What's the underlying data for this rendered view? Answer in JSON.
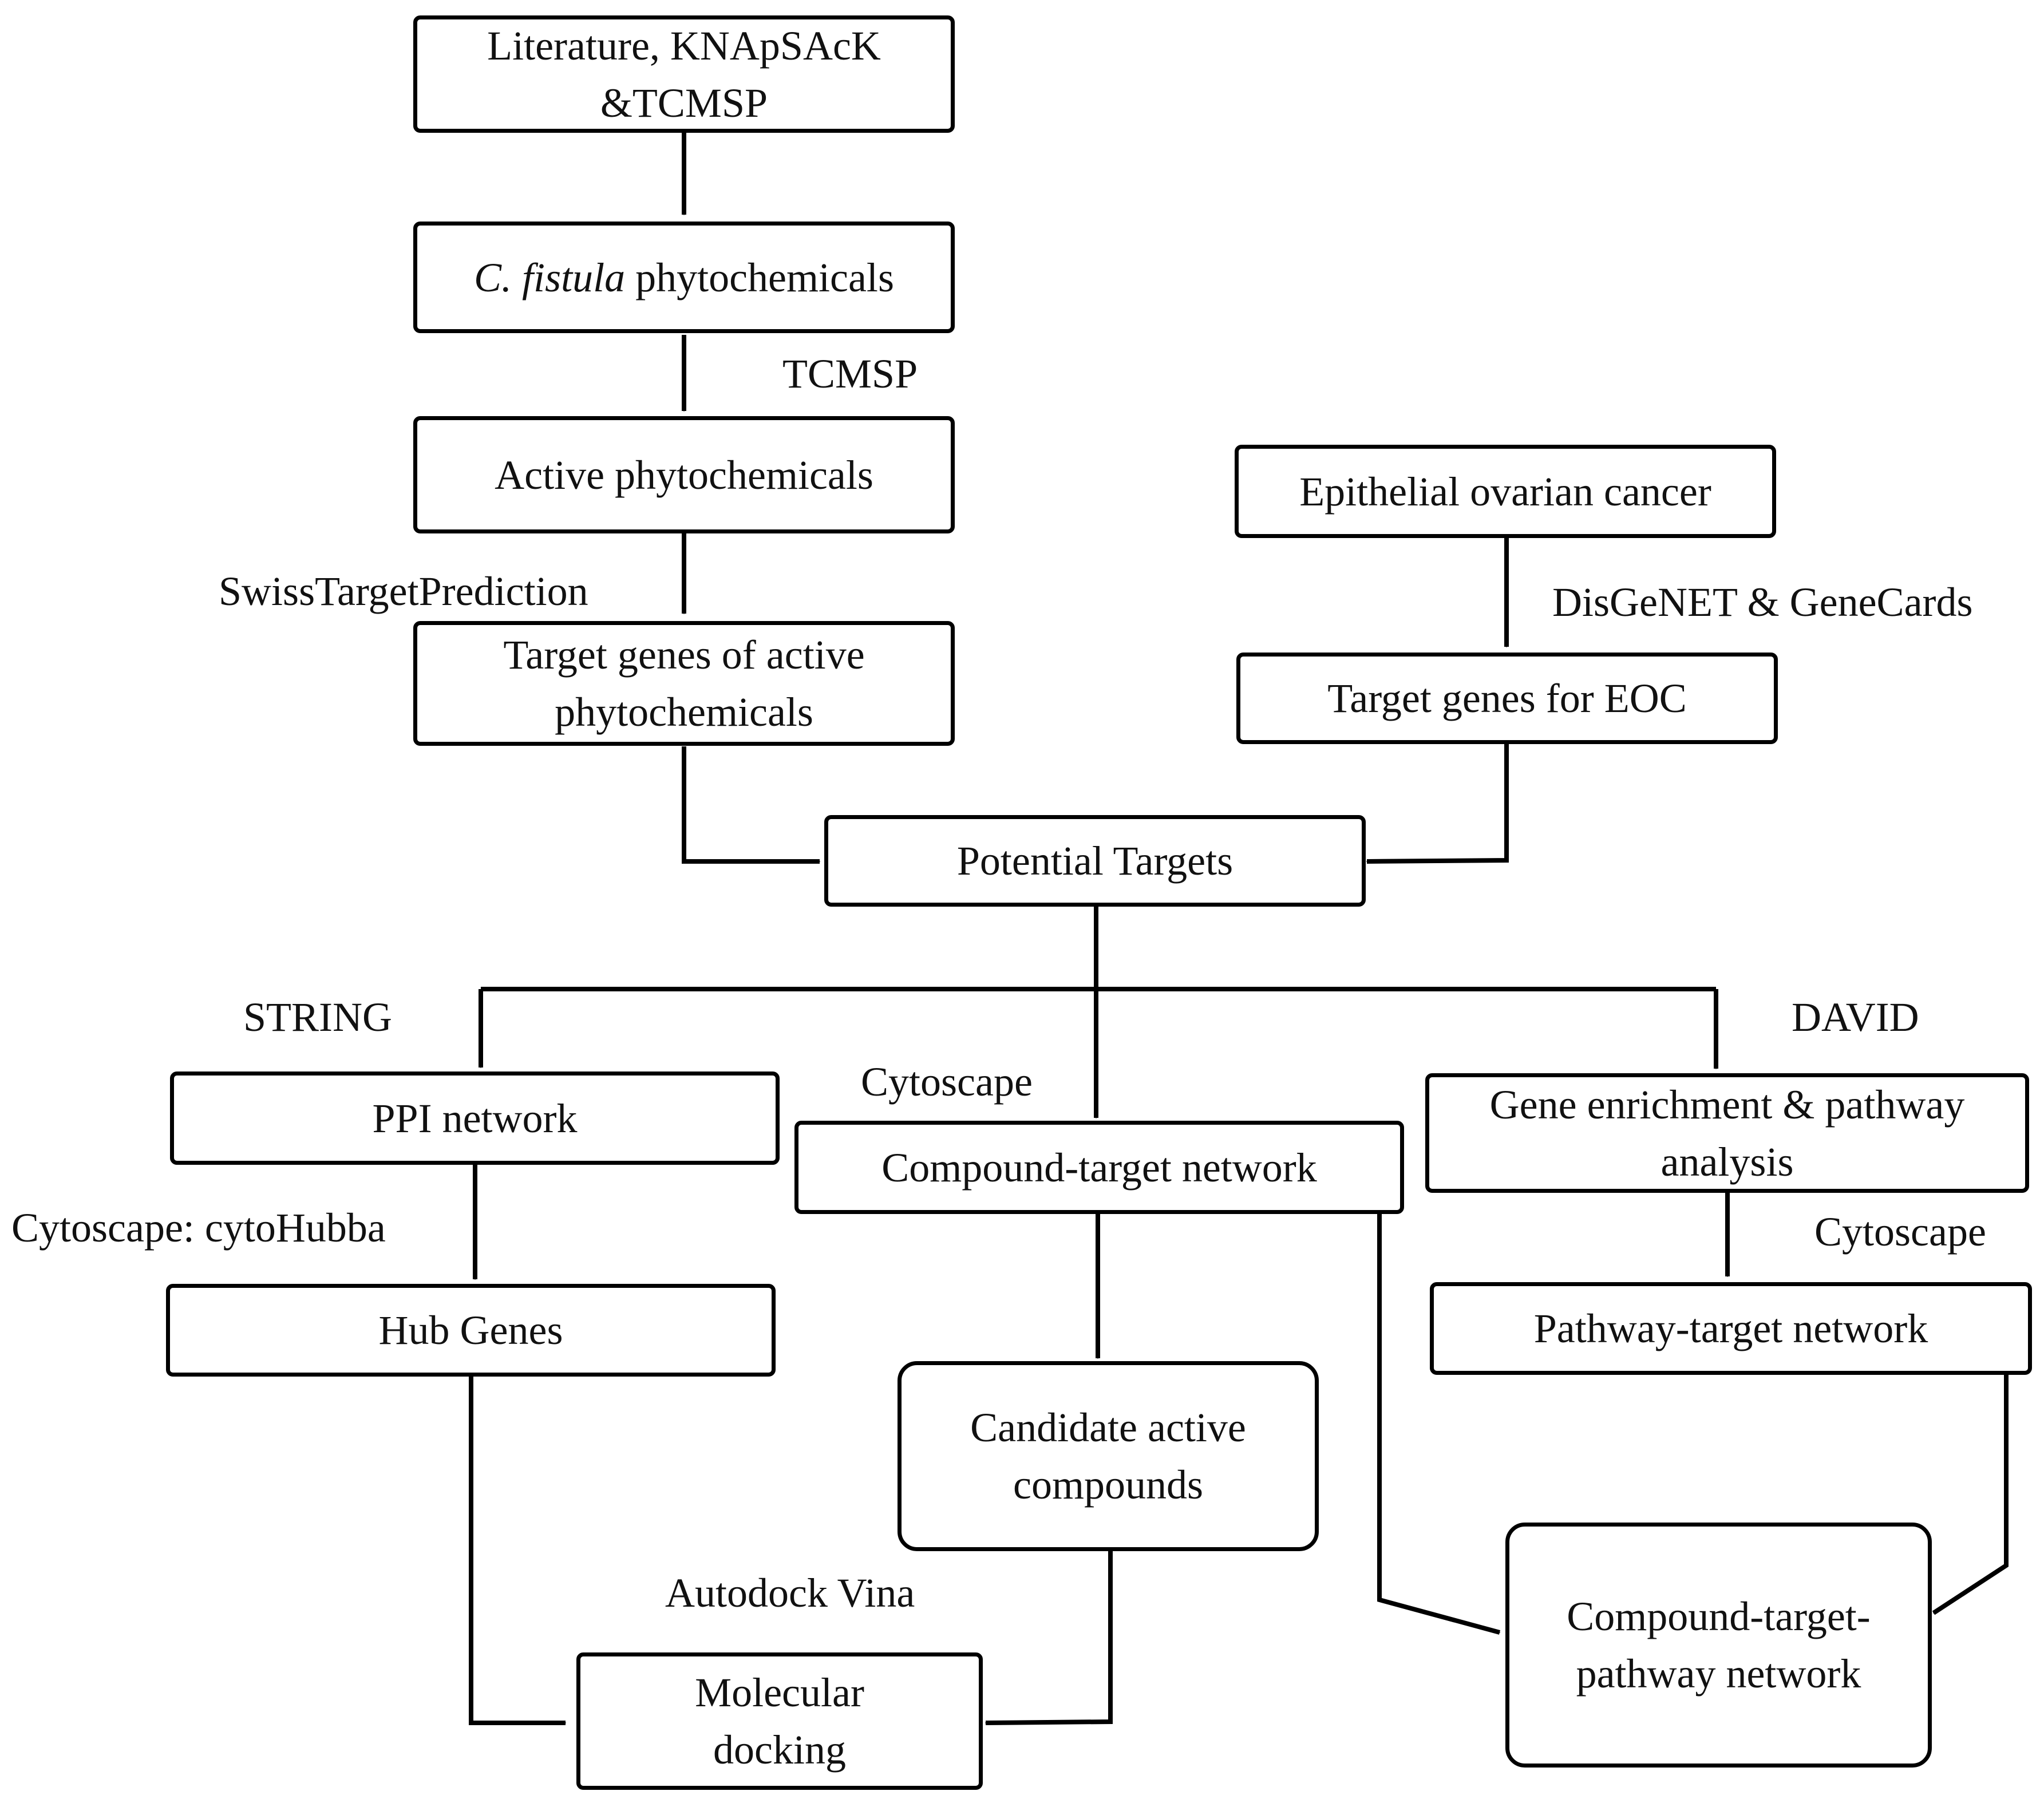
{
  "nodes": {
    "literature": "Literature, KNApSAcK\n&TCMSP",
    "phyto_species": "C. fistula",
    "phyto_suffix": " phytochemicals",
    "active": "Active phytochemicals",
    "targets_active": "Target genes of active\nphytochemicals",
    "eoc": "Epithelial ovarian cancer",
    "targets_eoc": "Target genes for EOC",
    "potential": "Potential Targets",
    "ppi": "PPI network",
    "compound_target": "Compound-target network",
    "gene_enrich": "Gene enrichment & pathway\nanalysis",
    "hub": "Hub Genes",
    "candidate": "Candidate active\ncompounds",
    "pathway_target": "Pathway-target network",
    "docking": "Molecular\ndocking",
    "ctp": "Compound-target-\npathway network"
  },
  "labels": {
    "tcmsp": "TCMSP",
    "swiss": "SwissTargetPrediction",
    "disgenet": "DisGeNET & GeneCards",
    "string": "STRING",
    "david": "DAVID",
    "cytoscape_center": "Cytoscape",
    "cytohubba": "Cytoscape: cytoHubba",
    "cytoscape_right": "Cytoscape",
    "autodock": "Autodock Vina"
  }
}
